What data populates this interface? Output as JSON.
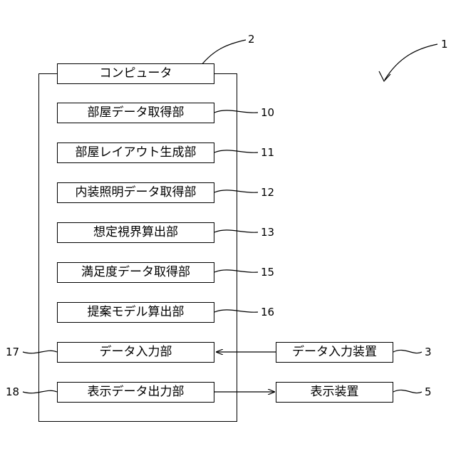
{
  "computer": {
    "title": "コンピュータ",
    "ref": "2"
  },
  "system_ref": "1",
  "units": [
    {
      "label": "部屋データ取得部",
      "ref": "10"
    },
    {
      "label": "部屋レイアウト生成部",
      "ref": "11"
    },
    {
      "label": "内装照明データ取得部",
      "ref": "12"
    },
    {
      "label": "想定視界算出部",
      "ref": "13"
    },
    {
      "label": "満足度データ取得部",
      "ref": "15"
    },
    {
      "label": "提案モデル算出部",
      "ref": "16"
    },
    {
      "label": "データ入力部",
      "ref": "17"
    },
    {
      "label": "表示データ出力部",
      "ref": "18"
    }
  ],
  "input_device": {
    "label": "データ入力装置",
    "ref": "3"
  },
  "display_device": {
    "label": "表示装置",
    "ref": "5"
  }
}
